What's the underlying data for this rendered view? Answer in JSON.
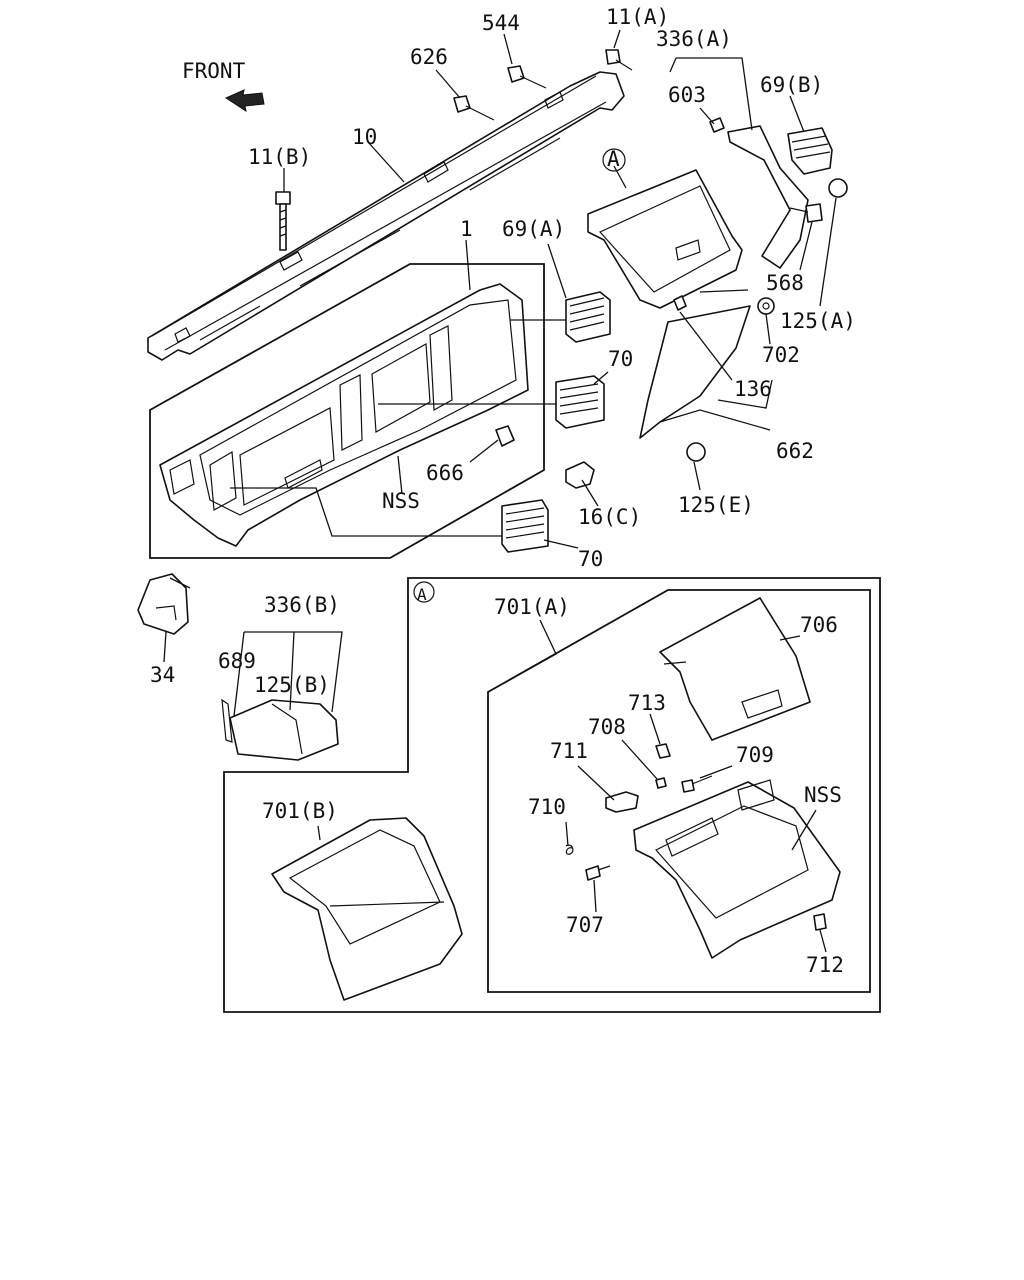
{
  "labels": {
    "front": "FRONT",
    "p544": "544",
    "p11a": "11(A)",
    "p336a": "336(A)",
    "p626": "626",
    "p603": "603",
    "p69b": "69(B)",
    "p11b": "11(B)",
    "p10": "10",
    "circle_a": "A",
    "p1": "1",
    "p69a": "69(A)",
    "p568": "568",
    "p125a": "125(A)",
    "p70a": "70",
    "p702": "702",
    "p136": "136",
    "p666": "666",
    "p662": "662",
    "nss1": "NSS",
    "p16c": "16(C)",
    "p125e": "125(E)",
    "p70b": "70",
    "p34": "34",
    "p336b": "336(B)",
    "p689": "689",
    "p125b": "125(B)",
    "circle_a2": "A",
    "p701a": "701(A)",
    "p706": "706",
    "p713": "713",
    "p708": "708",
    "p711": "711",
    "p709": "709",
    "nss2": "NSS",
    "p710": "710",
    "p707": "707",
    "p712": "712",
    "p701b": "701(B)"
  }
}
